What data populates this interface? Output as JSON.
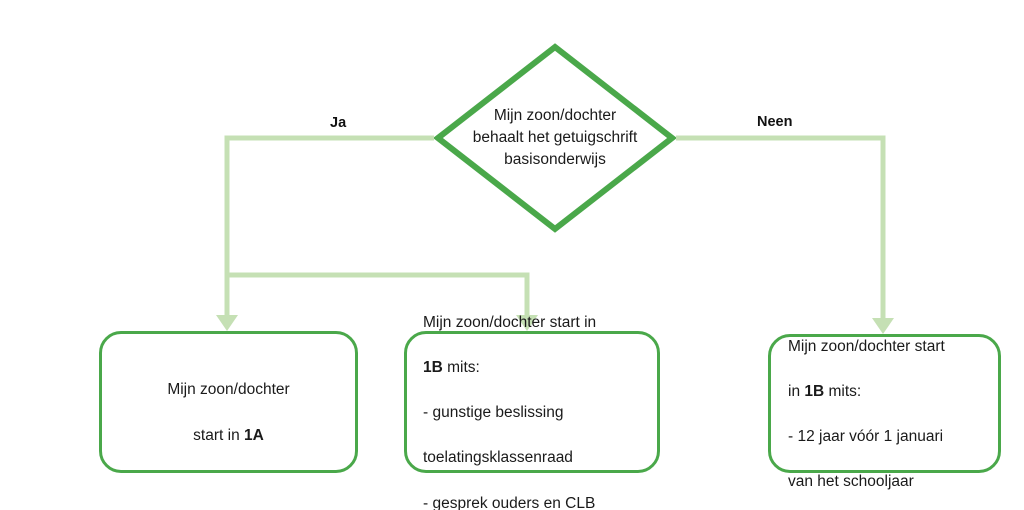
{
  "diagram": {
    "type": "flowchart",
    "title_text_visible": false,
    "colors": {
      "shape_stroke": "#4aa84a",
      "connector": "#c5e0b4",
      "text": "#1a1a1a",
      "background": "#ffffff"
    },
    "decision": {
      "shape": "diamond",
      "text": "Mijn zoon/dochter\nbehaalt het getuigschrift\nbasisonderwijs"
    },
    "edges": [
      {
        "name": "yes-branch",
        "label": "Ja",
        "label_bold": true,
        "side": "left"
      },
      {
        "name": "no-branch",
        "label": "Neen",
        "label_bold": true,
        "side": "right"
      }
    ],
    "outcomes": [
      {
        "id": "box-1a",
        "align": "center",
        "lines": [
          {
            "text": "Mijn zoon/dochter"
          },
          {
            "text": "start in ",
            "bold_suffix": "1A"
          }
        ],
        "plain_text": "Mijn zoon/dochter start in 1A"
      },
      {
        "id": "box-1b-left",
        "align": "left",
        "lines": [
          {
            "text": "Mijn zoon/dochter start in"
          },
          {
            "bold_prefix": "1B",
            "text": " mits:"
          },
          {
            "text": "- gunstige beslissing"
          },
          {
            "text": "toelatingsklassenraad"
          },
          {
            "text": "- gesprek ouders en CLB"
          }
        ],
        "plain_text": "Mijn zoon/dochter start in 1B mits: - gunstige beslissing toelatingsklassenraad - gesprek ouders en CLB"
      },
      {
        "id": "box-1b-right",
        "align": "left",
        "lines": [
          {
            "text": "Mijn zoon/dochter start"
          },
          {
            "text": "in ",
            "bold_mid": "1B",
            "text_after": " mits:"
          },
          {
            "text": "- 12 jaar vóór 1 januari"
          },
          {
            "text": "van het schooljaar"
          }
        ],
        "plain_text": "Mijn zoon/dochter start in 1B mits: - 12 jaar vóór 1 januari van het schooljaar"
      }
    ]
  }
}
